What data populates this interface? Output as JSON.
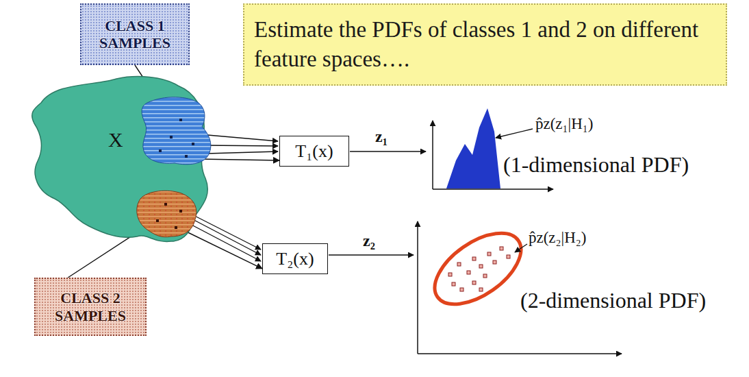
{
  "diagram": {
    "nodes": [
      {
        "text": [
          "CLASS 1 SAMPLES"
        ]
      },
      {
        "text": [
          "Estimate the PDFs of classes 1 and 2 on different feature spaces…."
        ]
      },
      {
        "text": [
          "X"
        ]
      },
      {
        "text": [
          "T₁(x)"
        ]
      },
      {
        "text": [
          "T₂(x)"
        ]
      },
      {
        "text": [
          "CLASS 2 SAMPLES"
        ]
      }
    ],
    "edges": [
      {
        "from": 0,
        "to": 2,
        "arrow": "to"
      },
      {
        "from": 2,
        "to": 3,
        "arrow": "to"
      },
      {
        "from": 2,
        "to": 4,
        "arrow": "to"
      },
      {
        "from": 5,
        "to": 2,
        "arrow": "to"
      }
    ],
    "labels": [
      "z₁",
      "p̂z(z₁|H₁)",
      "(1-dimensional PDF)",
      "z₂",
      "p̂z(z₂|H₂)",
      "(2-dimensional PDF)"
    ]
  }
}
